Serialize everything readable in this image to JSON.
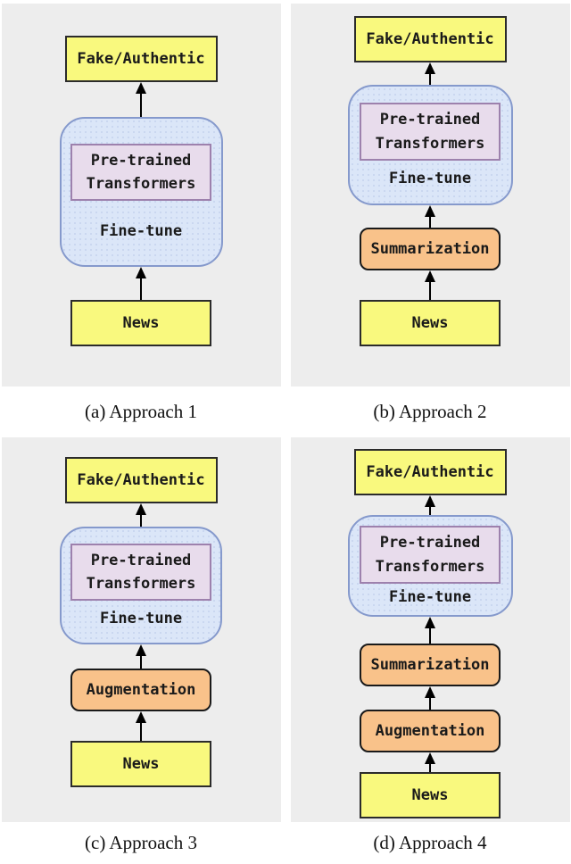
{
  "figure": {
    "panels": [
      {
        "caption": "(a) Approach 1",
        "output": "Fake/Authentic",
        "transformers": "Pre-trained Transformers",
        "finetune": "Fine-tune",
        "steps": [],
        "input": "News"
      },
      {
        "caption": "(b) Approach 2",
        "output": "Fake/Authentic",
        "transformers": "Pre-trained Transformers",
        "finetune": "Fine-tune",
        "steps": [
          "Summarization"
        ],
        "input": "News"
      },
      {
        "caption": "(c) Approach 3",
        "output": "Fake/Authentic",
        "transformers": "Pre-trained Transformers",
        "finetune": "Fine-tune",
        "steps": [
          "Augmentation"
        ],
        "input": "News"
      },
      {
        "caption": "(d) Approach 4",
        "output": "Fake/Authentic",
        "transformers": "Pre-trained Transformers",
        "finetune": "Fine-tune",
        "steps": [
          "Summarization",
          "Augmentation"
        ],
        "input": "News"
      }
    ],
    "colors": {
      "panel_background": "#ededed",
      "page_background": "#ffffff",
      "io_box_fill": "#f9f97e",
      "io_box_border": "#2b2b2b",
      "finetune_container_fill": "#dbe6f8",
      "finetune_container_border": "#8599cc",
      "transformers_fill": "#e8dcec",
      "transformers_border": "#9d81ad",
      "step_fill": "#f9c28a",
      "step_border": "#1a1a1a",
      "arrow": "#000000"
    }
  }
}
